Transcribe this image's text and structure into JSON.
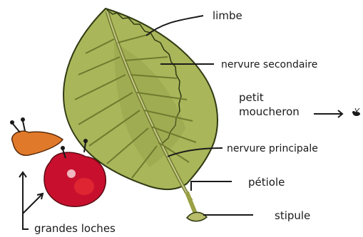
{
  "labels": {
    "limbe": "limbe",
    "nervure_secondaire": "nervure secondaire",
    "petit_moucheron_line1": "petit",
    "petit_moucheron_line2": "moucheron",
    "nervure_principale": "nervure principale",
    "petiole": "pétiole",
    "stipule": "stipule",
    "grandes_loches": "grandes loches"
  },
  "colors": {
    "leaf": "#a9b65a",
    "leaf_shade": "#8f9c44",
    "vein": "#6f7b2e",
    "midrib": "#c9c98a",
    "slug_orange": "#e07a2a",
    "slug_red": "#c8102e",
    "ink": "#1a1a1a"
  }
}
